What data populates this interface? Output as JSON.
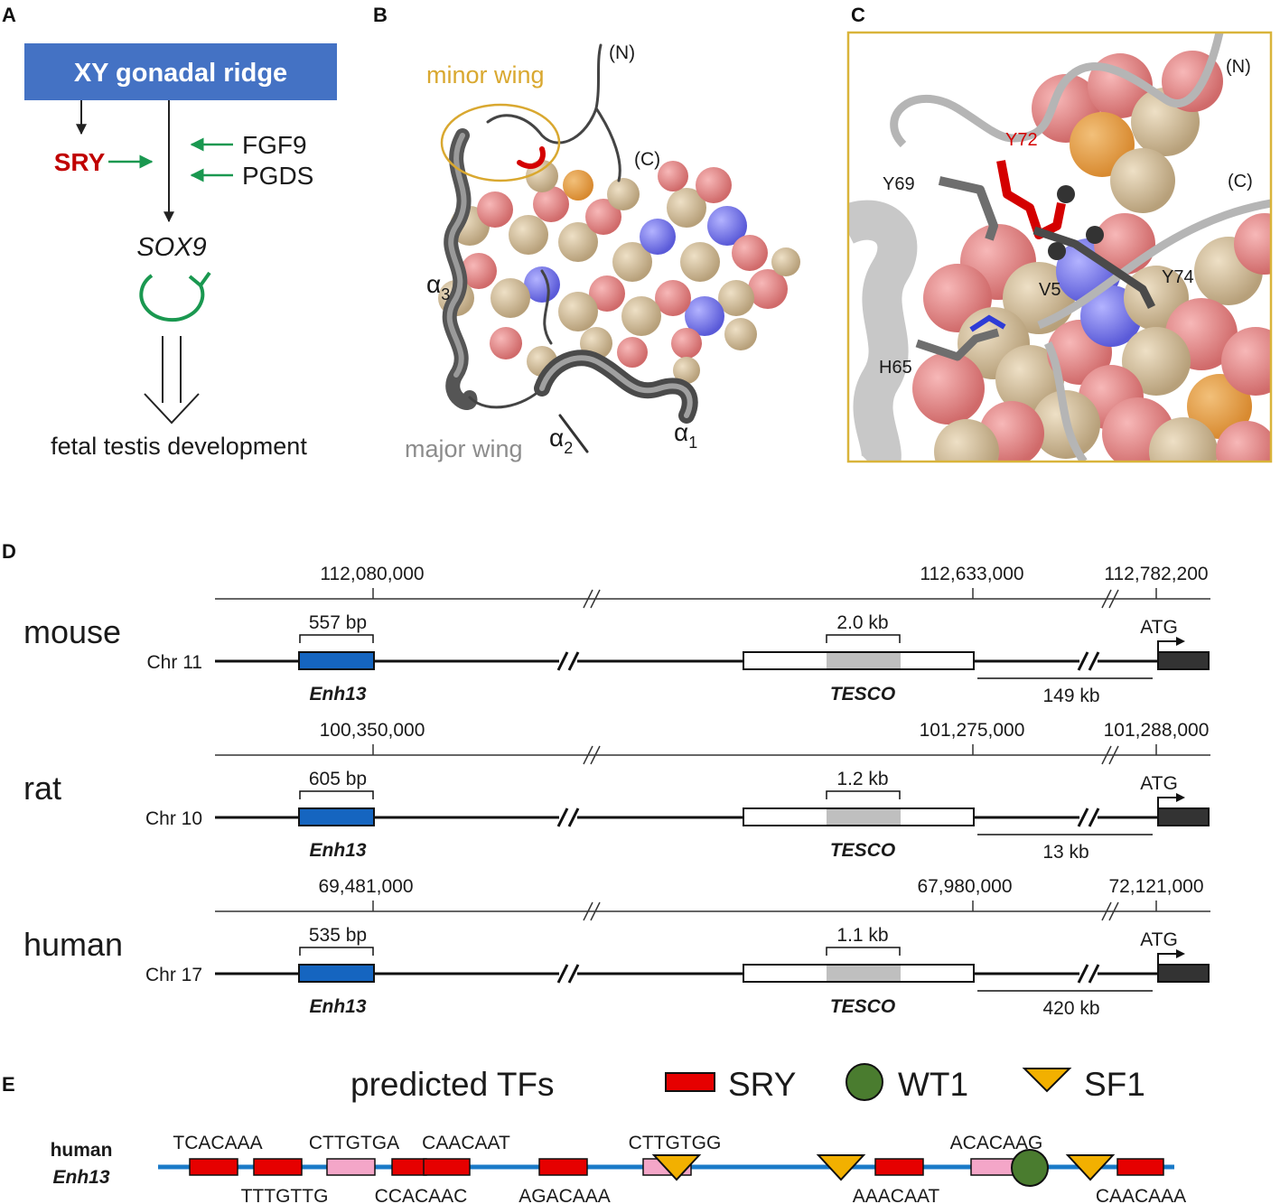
{
  "panels": {
    "A": {
      "label": "A",
      "top_box": "XY gonadal ridge",
      "sry": "SRY",
      "factors": [
        "FGF9",
        "PGDS"
      ],
      "target": "SOX9",
      "outcome": "fetal testis development",
      "colors": {
        "box": "#4472c4",
        "sry": "#c00000",
        "arrow_green": "#1a9850"
      }
    },
    "B": {
      "label": "B",
      "minor_wing": "minor wing",
      "major_wing": "major wing",
      "n_term": "(N)",
      "c_term": "(C)",
      "helices": [
        {
          "base": "α",
          "sub": "3"
        },
        {
          "base": "α",
          "sub": "2"
        },
        {
          "base": "α",
          "sub": "1"
        }
      ],
      "colors": {
        "minor_wing": "#d9a830",
        "major_wing": "#8c8c8c"
      }
    },
    "C": {
      "label": "C",
      "n_term": "(N)",
      "c_term": "(C)",
      "residues": {
        "y72": "Y72",
        "y69": "Y69",
        "y74": "Y74",
        "v5": "V5",
        "h65": "H65"
      },
      "colors": {
        "frame": "#d9b43a",
        "y72": "#d40000"
      }
    },
    "D": {
      "label": "D",
      "rows": [
        {
          "species": "mouse",
          "chr": "Chr 11",
          "coords": [
            "112,080,000",
            "112,633,000",
            "112,782,200"
          ],
          "enh_size": "557 bp",
          "tesco_size": "2.0 kb",
          "distance": "149 kb",
          "enh": "Enh13",
          "tesco": "TESCO",
          "atg": "ATG"
        },
        {
          "species": "rat",
          "chr": "Chr 10",
          "coords": [
            "100,350,000",
            "101,275,000",
            "101,288,000"
          ],
          "enh_size": "605 bp",
          "tesco_size": "1.2 kb",
          "distance": "13 kb",
          "enh": "Enh13",
          "tesco": "TESCO",
          "atg": "ATG"
        },
        {
          "species": "human",
          "chr": "Chr 17",
          "coords": [
            "69,481,000",
            "67,980,000",
            "72,121,000"
          ],
          "enh_size": "535 bp",
          "tesco_size": "1.1 kb",
          "distance": "420 kb",
          "enh": "Enh13",
          "tesco": "TESCO",
          "atg": "ATG"
        }
      ],
      "colors": {
        "enh": "#1565c0",
        "tesco_core": "#bfbfbf",
        "gene": "#333333"
      }
    },
    "E": {
      "label": "E",
      "legend_title": "predicted TFs",
      "legend": [
        {
          "name": "SRY",
          "shape": "rect",
          "color": "#e60000"
        },
        {
          "name": "WT1",
          "shape": "circle",
          "color": "#4a7c2f"
        },
        {
          "name": "SF1",
          "shape": "triangle",
          "color": "#f2b000"
        }
      ],
      "track_label_line1": "human",
      "track_label_line2": "Enh13",
      "sites_above": [
        "TCACAAA",
        "CTTGTGA",
        "CAACAAT",
        "CTTGTGG",
        "ACACAAG"
      ],
      "sites_below": [
        "TTTGTTG",
        "CCACAAC",
        "AGACAAA",
        "AAACAAT",
        "CAACAAA"
      ],
      "colors": {
        "track": "#1a7ac8",
        "sry": "#e60000",
        "sry_weak": "#f4a6c8"
      }
    }
  }
}
